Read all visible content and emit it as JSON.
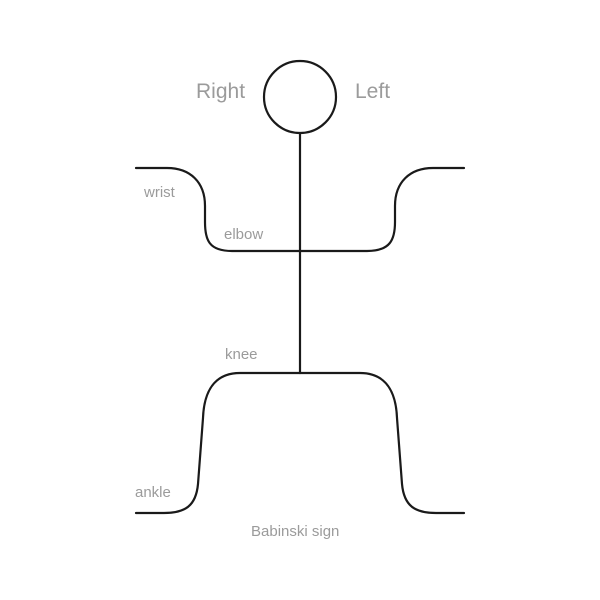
{
  "labels": {
    "right": "Right",
    "left": "Left",
    "wrist": "wrist",
    "elbow": "elbow",
    "knee": "knee",
    "ankle": "ankle",
    "babinski": "Babinski sign"
  },
  "colors": {
    "line": "#1a1a1a",
    "label": "#9b9b9b",
    "background": "#ffffff"
  }
}
